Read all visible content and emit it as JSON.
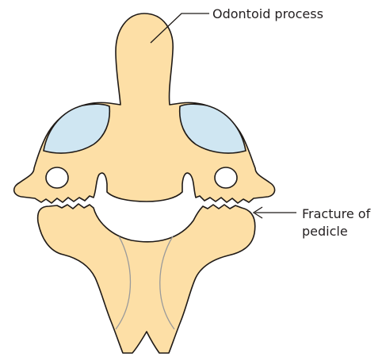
{
  "labels": {
    "odontoid_process": "Odontoid process",
    "fracture_line1": "Fracture of",
    "fracture_line2": "pedicle"
  },
  "colors": {
    "bone": "#fddfa6",
    "cartilage": "#cfe6f2",
    "outline": "#1f1a17",
    "text": "#231f20"
  }
}
